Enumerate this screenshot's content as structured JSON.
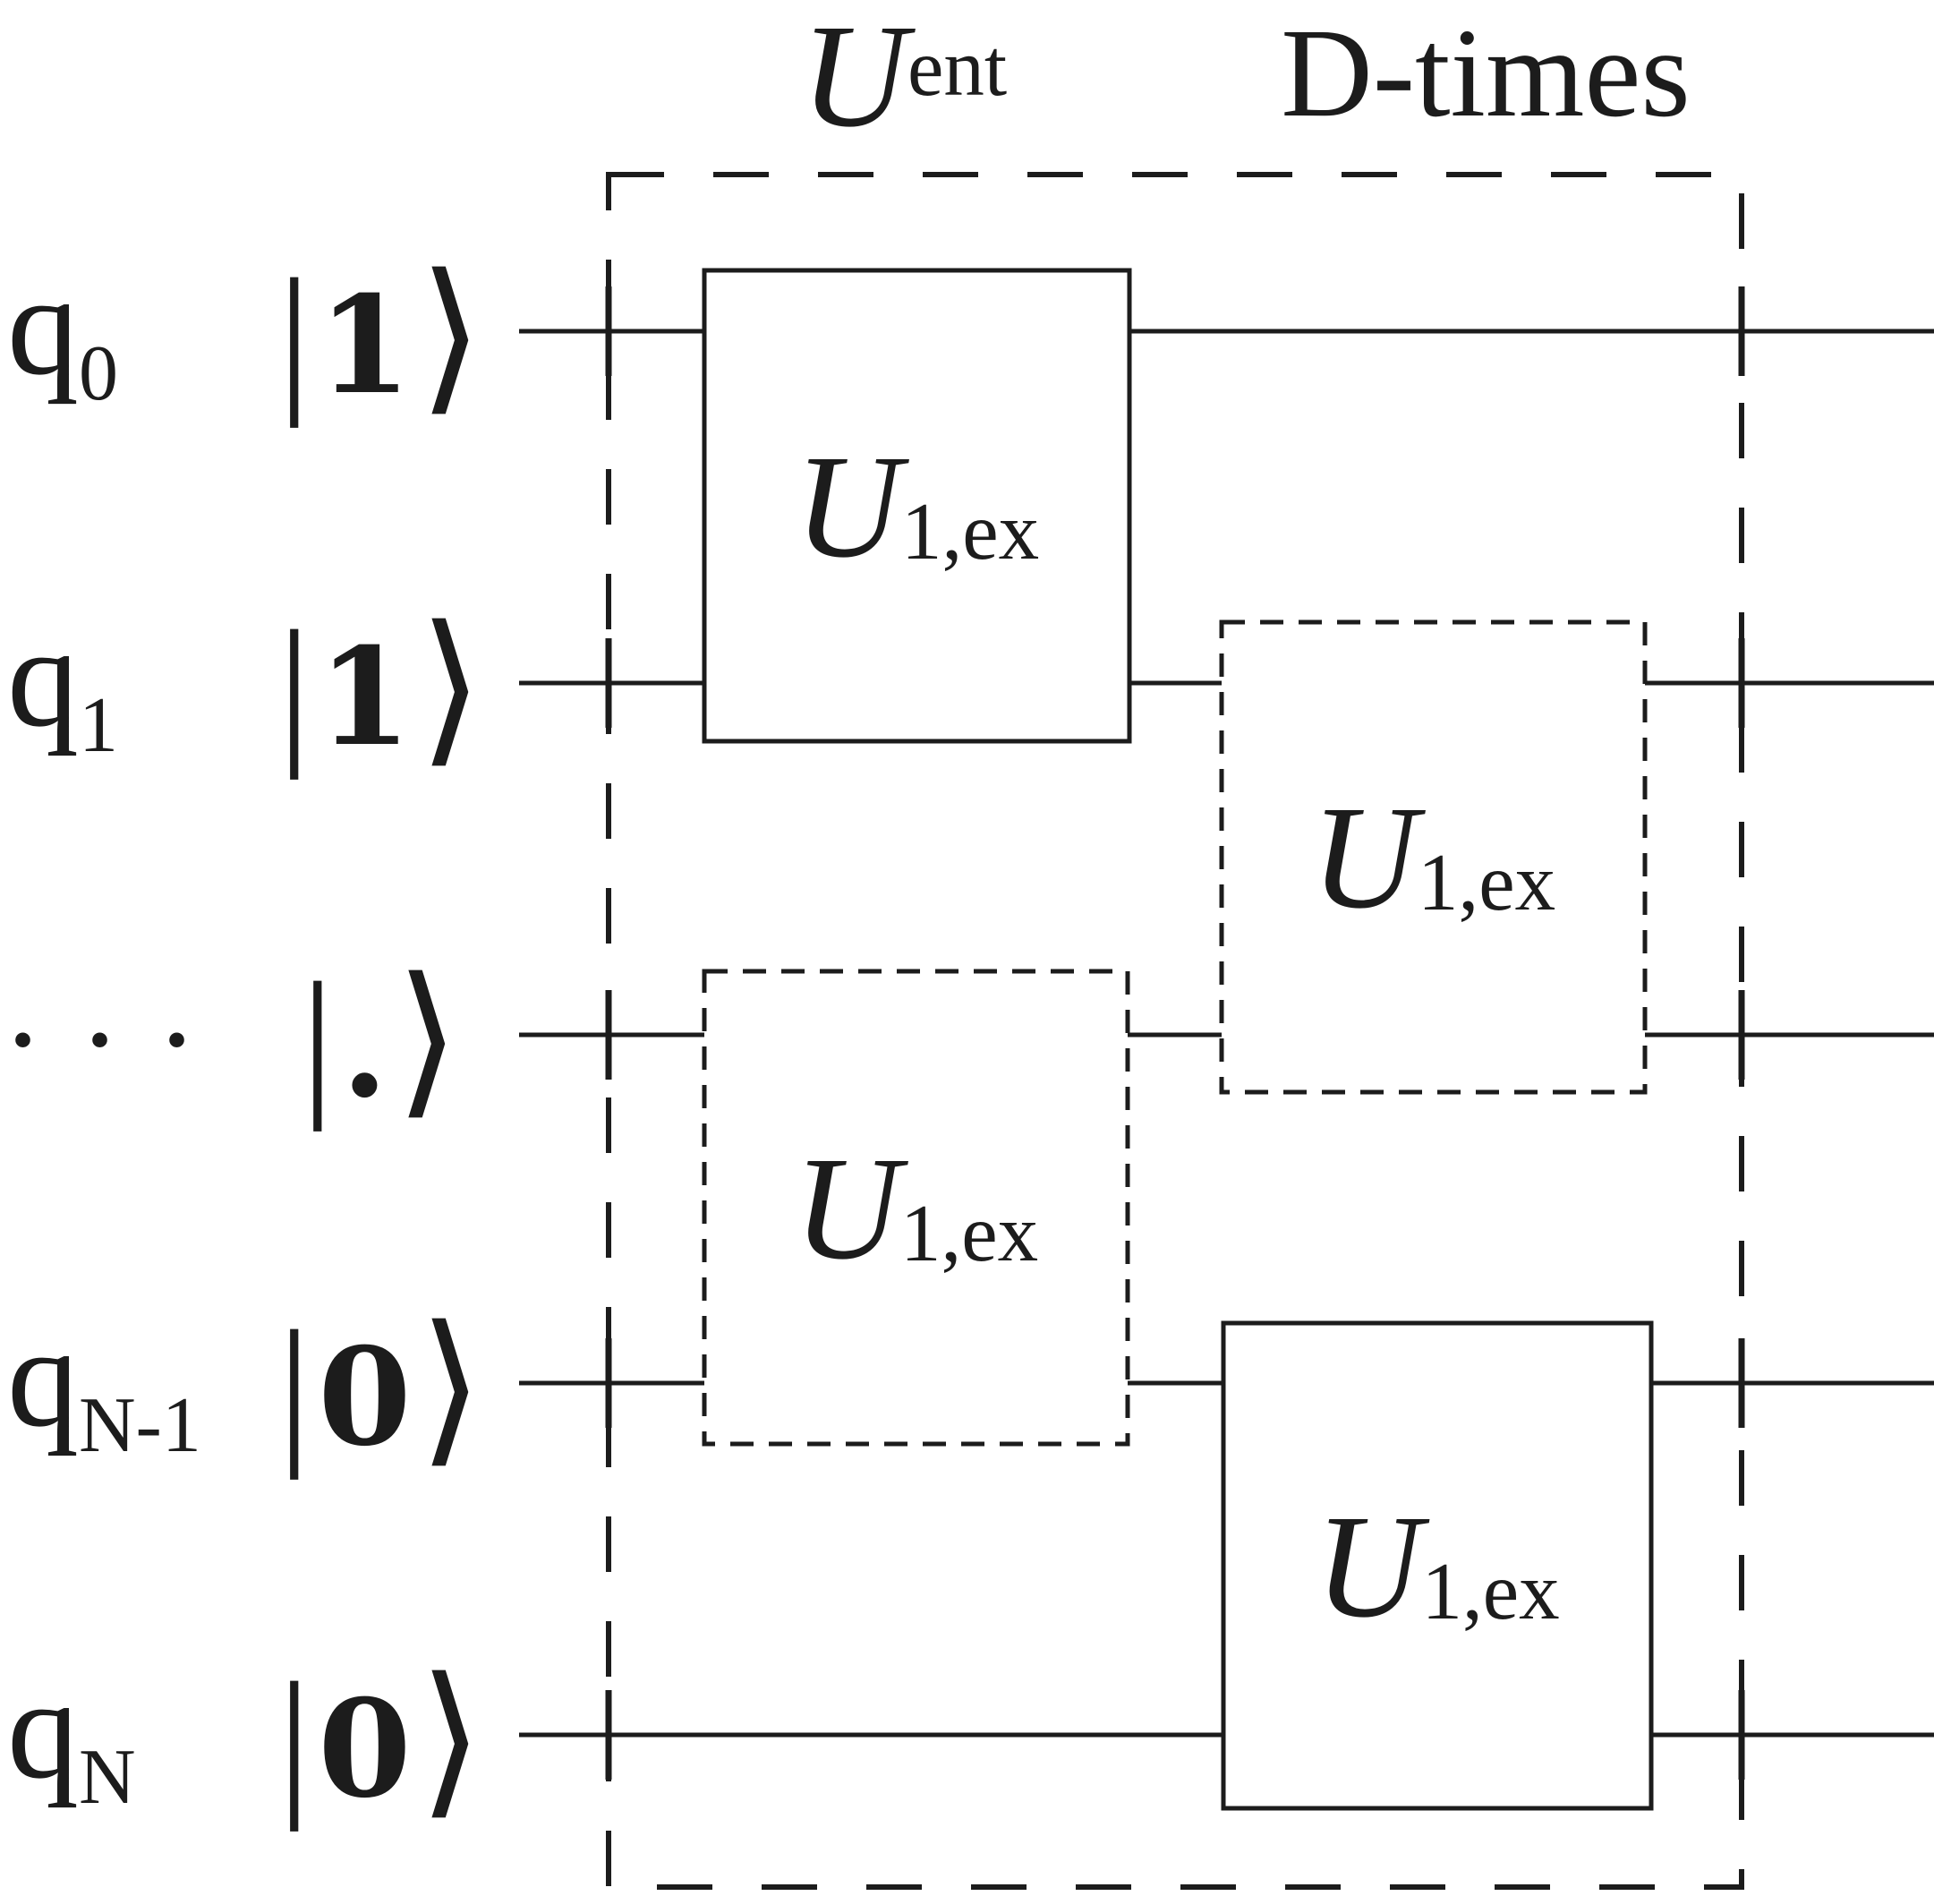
{
  "header": {
    "u_ent": {
      "main": "U",
      "sub": "ent"
    },
    "d_times": "D-times"
  },
  "rows": [
    {
      "label_main": "q",
      "label_sub": "0",
      "ket_value": "1"
    },
    {
      "label_main": "q",
      "label_sub": "1",
      "ket_value": "1"
    },
    {
      "label_main": ". . .",
      "label_sub": "",
      "ket_value": "."
    },
    {
      "label_main": "q",
      "label_sub": "N-1",
      "ket_value": "0"
    },
    {
      "label_main": "q",
      "label_sub": "N",
      "ket_value": "0"
    }
  ],
  "ket": {
    "bar": "|",
    "angle": "⟩"
  },
  "gates": [
    {
      "main": "U",
      "sub": "1,ex",
      "border_style": "solid"
    },
    {
      "main": "U",
      "sub": "1,ex",
      "border_style": "dashed"
    },
    {
      "main": "U",
      "sub": "1,ex",
      "border_style": "dashed"
    },
    {
      "main": "U",
      "sub": "1,ex",
      "border_style": "solid"
    }
  ],
  "colors": {
    "ink": "#1c1c1c",
    "background": "#ffffff"
  }
}
